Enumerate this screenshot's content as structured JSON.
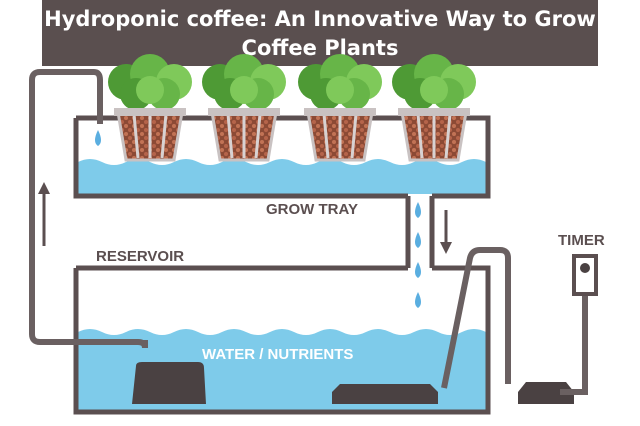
{
  "title": "Hydroponic coffee: An Innovative Way to Grow Coffee Plants",
  "labels": {
    "grow_tray": "GROW TRAY",
    "reservoir": "RESERVOIR",
    "water": "WATER / NUTRIENTS",
    "timer": "TIMER"
  },
  "colors": {
    "banner": "#5a4f4f",
    "water": "#7ecbea",
    "tank_outline": "#5b4f50",
    "pipe": "#6a6061",
    "pot": "#c9c2c2",
    "gravel": "#b5644a",
    "leaf": "#67b548",
    "droplet": "#5aaee0",
    "label_text": "#5b4f50",
    "water_label_text": "#ffffff"
  },
  "plants": [
    {
      "name": "plant-1"
    },
    {
      "name": "plant-2"
    },
    {
      "name": "plant-3"
    },
    {
      "name": "plant-4"
    }
  ]
}
